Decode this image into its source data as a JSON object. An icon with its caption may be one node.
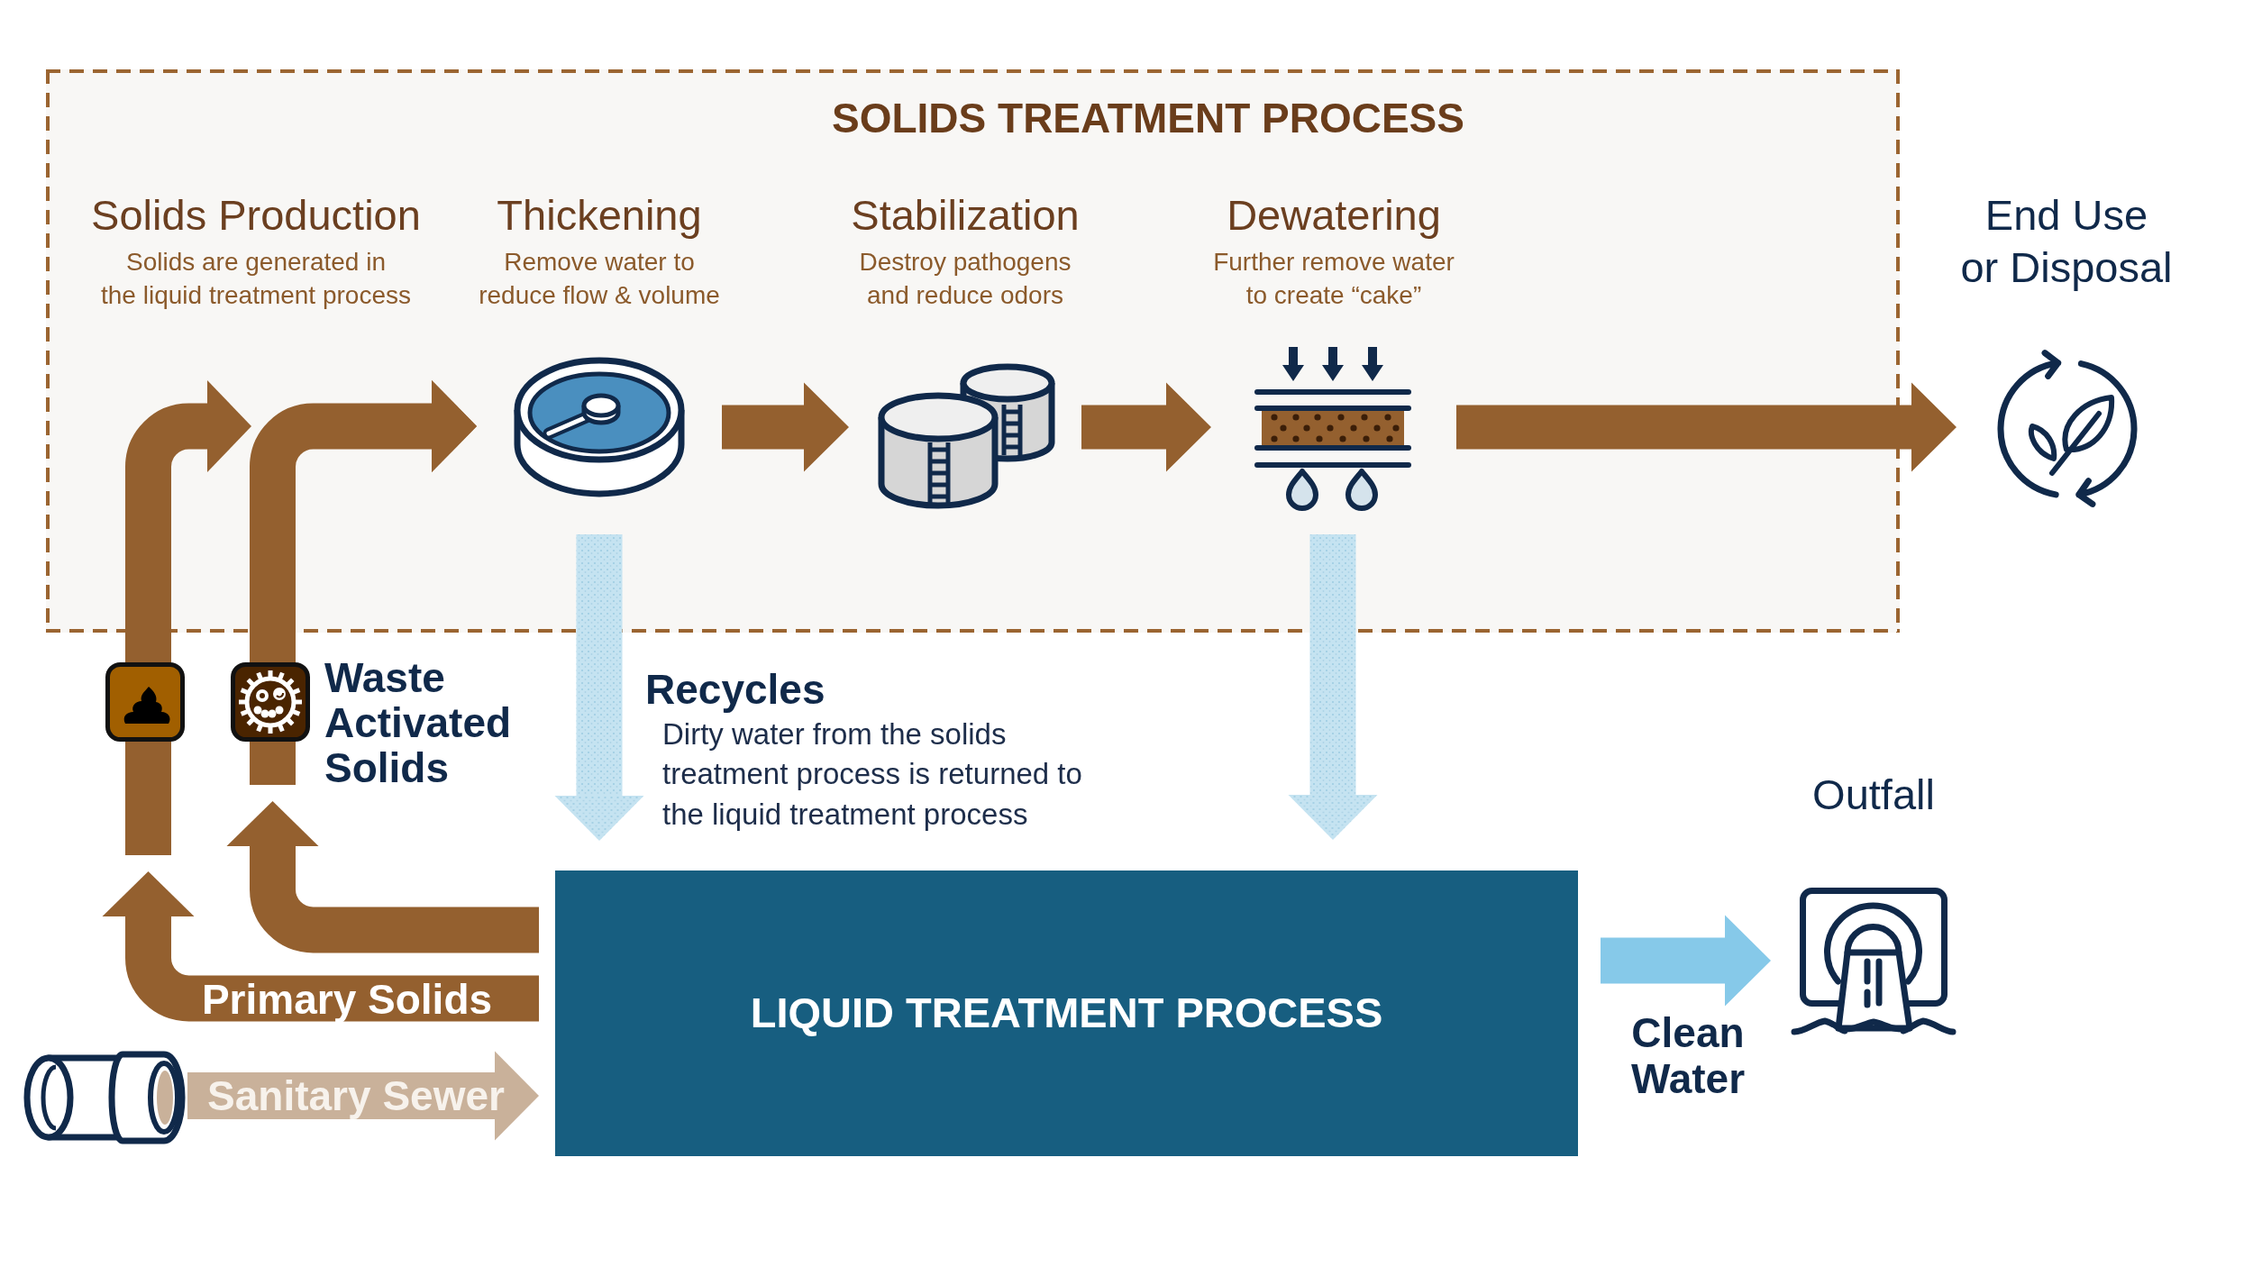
{
  "diagram": {
    "nodes": [
      {
        "text": [
          "SOLIDS TREATMENT PROCESS"
        ]
      },
      {
        "text": [
          "Thickening",
          "Remove water to reduce flow & volume"
        ],
        "in": 0
      },
      {
        "text": [
          "Stabilization",
          "Destroy pathogens and reduce odors"
        ],
        "in": 0
      },
      {
        "text": [
          "Dewatering",
          "Further remove water to create “cake”"
        ],
        "in": 0
      },
      {
        "text": [
          "End Use or Disposal"
        ]
      },
      {
        "text": [
          "LIQUID TREATMENT PROCESS"
        ]
      },
      {
        "text": [],
        "shape": "cylinder"
      },
      {
        "text": [
          "Outfall"
        ]
      }
    ],
    "edges": [
      {
        "from": 5,
        "to": 1,
        "arrow": "to",
        "label": "Primary Solids"
      },
      {
        "from": 5,
        "to": 1,
        "arrow": "to",
        "label": "Waste Activated Solids"
      },
      {
        "from": 1,
        "to": 2,
        "arrow": "to"
      },
      {
        "from": 2,
        "to": 3,
        "arrow": "to"
      },
      {
        "from": 3,
        "to": 4,
        "arrow": "to"
      },
      {
        "from": 1,
        "to": 5,
        "arrow": "to",
        "color": "#c5e3f1"
      },
      {
        "from": 3,
        "to": 5,
        "arrow": "to",
        "color": "#c5e3f1"
      },
      {
        "from": 6,
        "to": 5,
        "arrow": "to",
        "label": "Sanitary Sewer",
        "color": "#c9b19a"
      },
      {
        "from": 5,
        "to": 7,
        "arrow": "to",
        "label": "Clean Water",
        "color": "#86c9e9"
      }
    ],
    "labels": [
      "Solids Production",
      "Solids are generated in the liquid treatment process",
      "Recycles",
      "Dirty water from the solids treatment process is returned to the liquid treatment process"
    ]
  }
}
